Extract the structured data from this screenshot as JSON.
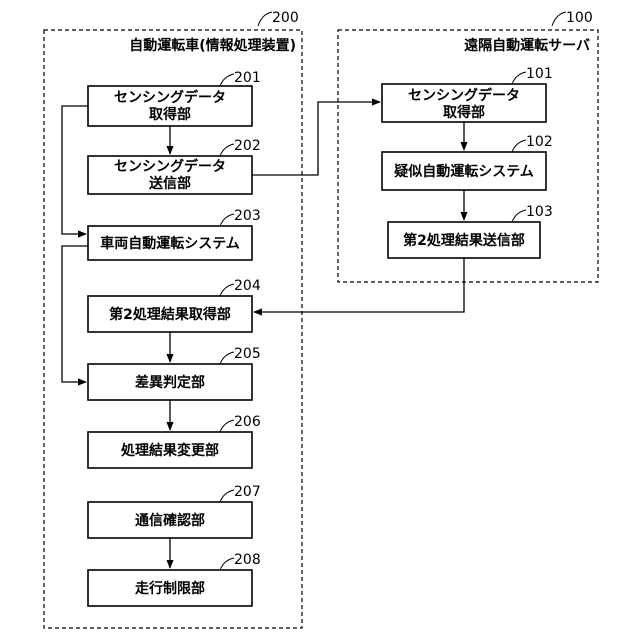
{
  "vehicle": {
    "ref": "200",
    "title": "自動運転車(情報処理装置)",
    "units": [
      {
        "ref": "201",
        "lines": [
          "センシングデータ",
          "取得部"
        ]
      },
      {
        "ref": "202",
        "lines": [
          "センシングデータ",
          "送信部"
        ]
      },
      {
        "ref": "203",
        "lines": [
          "車両自動運転システム"
        ]
      },
      {
        "ref": "204",
        "lines": [
          "第2処理結果取得部"
        ]
      },
      {
        "ref": "205",
        "lines": [
          "差異判定部"
        ]
      },
      {
        "ref": "206",
        "lines": [
          "処理結果変更部"
        ]
      },
      {
        "ref": "207",
        "lines": [
          "通信確認部"
        ]
      },
      {
        "ref": "208",
        "lines": [
          "走行制限部"
        ]
      }
    ]
  },
  "server": {
    "ref": "100",
    "title": "遠隔自動運転サーバ",
    "units": [
      {
        "ref": "101",
        "lines": [
          "センシングデータ",
          "取得部"
        ]
      },
      {
        "ref": "102",
        "lines": [
          "疑似自動運転システム"
        ]
      },
      {
        "ref": "103",
        "lines": [
          "第2処理結果送信部"
        ]
      }
    ]
  }
}
